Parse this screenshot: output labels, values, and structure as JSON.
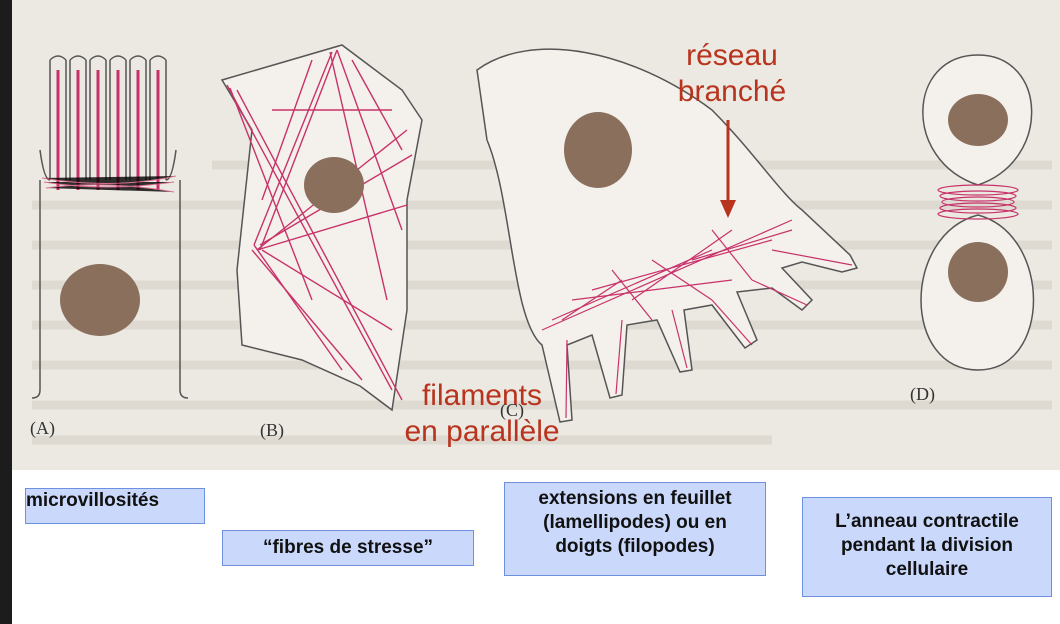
{
  "annotations": {
    "reseau_line1": "réseau",
    "reseau_line2": "branché",
    "filaments_line1": "filaments",
    "filaments_line2": "en parallèle"
  },
  "panels": [
    "(A)",
    "(B)",
    "(C)",
    "(D)"
  ],
  "captions": {
    "a": "microvillosités",
    "b": "“fibres de stresse”",
    "c_line1": "extensions en feuillet",
    "c_line2": "(lamellipodes) ou en",
    "c_line3": "doigts (filopodes)",
    "d_line1": "L’anneau contractile",
    "d_line2": "pendant la division",
    "d_line3": "cellulaire"
  },
  "colors": {
    "annotation": "#b8341e",
    "actin": "#c8326a",
    "nucleus": "#8a6f5c",
    "caption_box": "#c9d8fb",
    "caption_border": "#6e90e0"
  }
}
